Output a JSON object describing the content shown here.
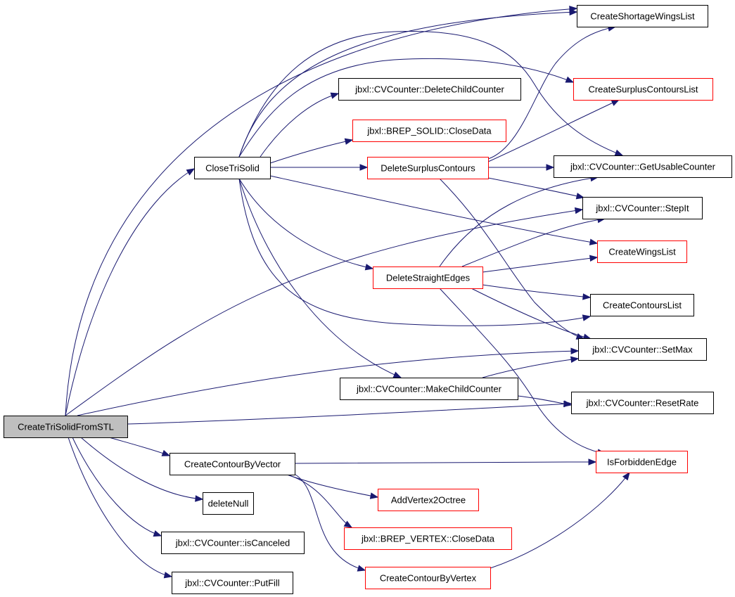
{
  "colors": {
    "edge": "#191970",
    "root_fill": "#bfbfbf",
    "complete_border": "#000000",
    "truncated_border": "#ff0000",
    "node_fill": "#ffffff",
    "text": "#000000"
  },
  "nodes": [
    {
      "id": "n0",
      "label": "CreateTriSolidFromSTL",
      "kind": "root"
    },
    {
      "id": "n1",
      "label": "CloseTriSolid",
      "kind": "complete"
    },
    {
      "id": "n2",
      "label": "CreateShortageWingsList",
      "kind": "complete"
    },
    {
      "id": "n3",
      "label": "CreateSurplusContoursList",
      "kind": "truncated"
    },
    {
      "id": "n4",
      "label": "jbxl::CVCounter::DeleteChildCounter",
      "kind": "complete"
    },
    {
      "id": "n5",
      "label": "jbxl::BREP_SOLID::CloseData",
      "kind": "truncated"
    },
    {
      "id": "n6",
      "label": "DeleteSurplusContours",
      "kind": "truncated"
    },
    {
      "id": "n7",
      "label": "jbxl::CVCounter::GetUsableCounter",
      "kind": "complete"
    },
    {
      "id": "n8",
      "label": "jbxl::CVCounter::StepIt",
      "kind": "complete"
    },
    {
      "id": "n9",
      "label": "CreateWingsList",
      "kind": "truncated"
    },
    {
      "id": "n10",
      "label": "DeleteStraightEdges",
      "kind": "truncated"
    },
    {
      "id": "n11",
      "label": "CreateContoursList",
      "kind": "complete"
    },
    {
      "id": "n12",
      "label": "jbxl::CVCounter::SetMax",
      "kind": "complete"
    },
    {
      "id": "n13",
      "label": "jbxl::CVCounter::MakeChildCounter",
      "kind": "complete"
    },
    {
      "id": "n14",
      "label": "jbxl::CVCounter::ResetRate",
      "kind": "complete"
    },
    {
      "id": "n15",
      "label": "CreateContourByVector",
      "kind": "complete"
    },
    {
      "id": "n16",
      "label": "IsForbiddenEdge",
      "kind": "truncated"
    },
    {
      "id": "n17",
      "label": "AddVertex2Octree",
      "kind": "truncated"
    },
    {
      "id": "n18",
      "label": "deleteNull",
      "kind": "complete"
    },
    {
      "id": "n19",
      "label": "jbxl::BREP_VERTEX::CloseData",
      "kind": "truncated"
    },
    {
      "id": "n20",
      "label": "jbxl::CVCounter::isCanceled",
      "kind": "complete"
    },
    {
      "id": "n21",
      "label": "CreateContourByVertex",
      "kind": "truncated"
    },
    {
      "id": "n22",
      "label": "jbxl::CVCounter::PutFill",
      "kind": "complete"
    }
  ],
  "edges": [
    {
      "from": "n0",
      "to": "n1"
    },
    {
      "from": "n0",
      "to": "n2"
    },
    {
      "from": "n0",
      "to": "n8"
    },
    {
      "from": "n0",
      "to": "n12"
    },
    {
      "from": "n0",
      "to": "n14"
    },
    {
      "from": "n0",
      "to": "n15"
    },
    {
      "from": "n0",
      "to": "n18"
    },
    {
      "from": "n0",
      "to": "n20"
    },
    {
      "from": "n0",
      "to": "n22"
    },
    {
      "from": "n1",
      "to": "n2"
    },
    {
      "from": "n1",
      "to": "n3"
    },
    {
      "from": "n1",
      "to": "n4"
    },
    {
      "from": "n1",
      "to": "n5"
    },
    {
      "from": "n1",
      "to": "n6"
    },
    {
      "from": "n1",
      "to": "n7"
    },
    {
      "from": "n1",
      "to": "n9"
    },
    {
      "from": "n1",
      "to": "n10"
    },
    {
      "from": "n1",
      "to": "n11"
    },
    {
      "from": "n1",
      "to": "n13"
    },
    {
      "from": "n6",
      "to": "n2"
    },
    {
      "from": "n6",
      "to": "n3"
    },
    {
      "from": "n6",
      "to": "n7"
    },
    {
      "from": "n6",
      "to": "n8"
    },
    {
      "from": "n6",
      "to": "n12"
    },
    {
      "from": "n10",
      "to": "n7"
    },
    {
      "from": "n10",
      "to": "n8"
    },
    {
      "from": "n10",
      "to": "n9"
    },
    {
      "from": "n10",
      "to": "n11"
    },
    {
      "from": "n10",
      "to": "n12"
    },
    {
      "from": "n10",
      "to": "n16"
    },
    {
      "from": "n13",
      "to": "n12"
    },
    {
      "from": "n13",
      "to": "n14"
    },
    {
      "from": "n15",
      "to": "n16"
    },
    {
      "from": "n15",
      "to": "n17"
    },
    {
      "from": "n15",
      "to": "n19"
    },
    {
      "from": "n15",
      "to": "n21"
    },
    {
      "from": "n21",
      "to": "n16"
    }
  ]
}
